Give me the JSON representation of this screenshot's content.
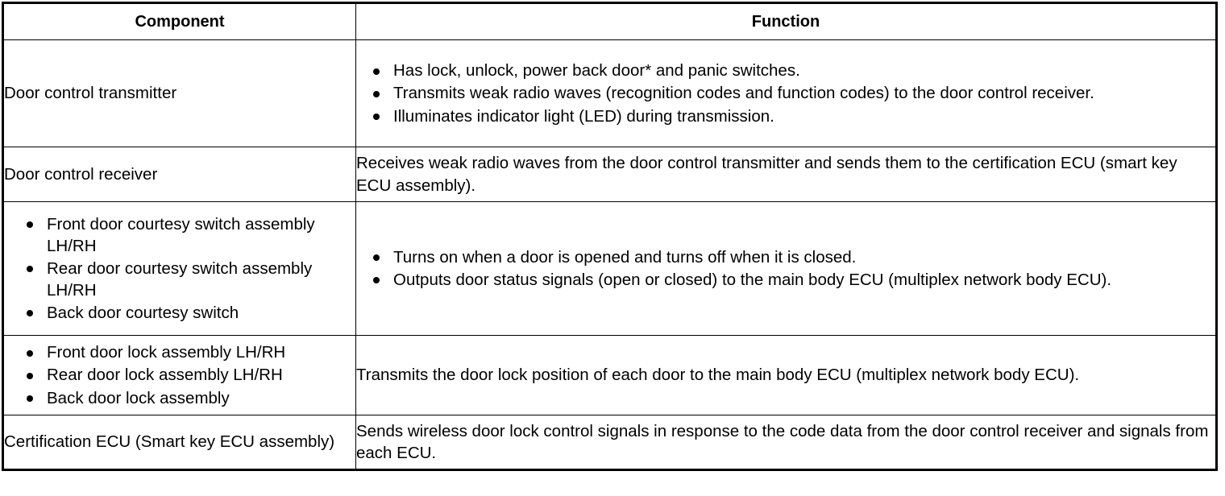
{
  "table": {
    "headers": {
      "component": "Component",
      "function": "Function"
    },
    "rows": [
      {
        "id": "door-control-transmitter",
        "component_text": "Door control transmitter",
        "component_bullets": [],
        "function_text": "",
        "function_bullets": [
          "Has lock, unlock, power back door* and panic switches.",
          "Transmits weak radio waves (recognition codes and function codes) to the door control receiver.",
          "Illuminates indicator light (LED) during transmission."
        ]
      },
      {
        "id": "door-control-receiver",
        "component_text": "Door control receiver",
        "component_bullets": [],
        "function_text": "Receives weak radio waves from the door control transmitter and sends them to the certification ECU (smart key ECU assembly).",
        "function_bullets": []
      },
      {
        "id": "courtesy-switches",
        "component_text": "",
        "component_bullets": [
          "Front door courtesy switch assembly LH/RH",
          "Rear door courtesy switch assembly LH/RH",
          "Back door courtesy switch"
        ],
        "function_text": "",
        "function_bullets": [
          "Turns on when a door is opened and turns off when it is closed.",
          "Outputs door status signals (open or closed) to the main body ECU (multiplex network body ECU)."
        ]
      },
      {
        "id": "door-lock-assemblies",
        "component_text": "",
        "component_bullets": [
          "Front door lock assembly LH/RH",
          "Rear door lock assembly LH/RH",
          "Back door lock assembly"
        ],
        "function_text": "Transmits the door lock position of each door to the main body ECU (multiplex network body ECU).",
        "function_bullets": []
      },
      {
        "id": "certification-ecu",
        "component_text": "Certification ECU (Smart key ECU assembly)",
        "component_bullets": [],
        "function_text": "Sends wireless door lock control signals in response to the code data from the door control receiver and signals from each ECU.",
        "function_bullets": []
      }
    ]
  },
  "colors": {
    "border": "#000000",
    "text": "#000000",
    "background": "#ffffff"
  }
}
